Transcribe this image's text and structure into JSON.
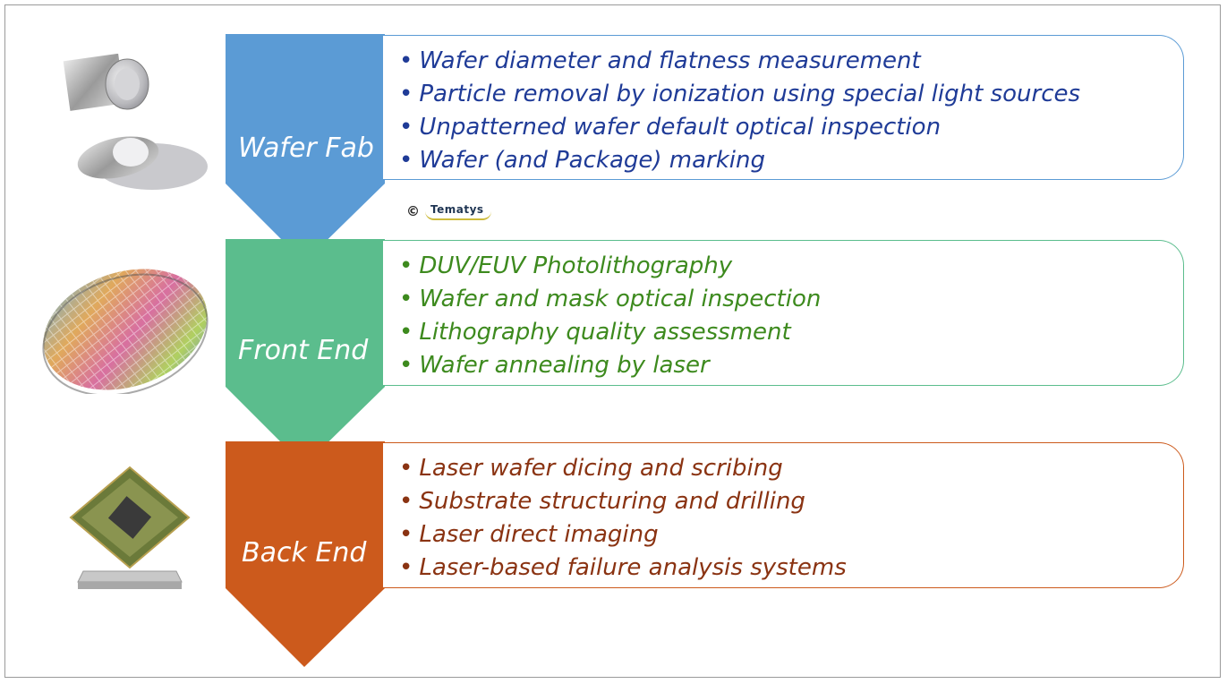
{
  "stages": [
    {
      "label": "Wafer Fab",
      "color": "#5b9bd5",
      "text_color": "#1f3b97",
      "border_color": "#5b9bd5",
      "items": [
        "Wafer diameter and flatness measurement",
        "Particle removal by ionization using special light sources",
        "Unpatterned wafer default optical inspection",
        "Wafer (and Package) marking"
      ],
      "image": "wafer-ingot-image"
    },
    {
      "label": "Front End",
      "color": "#5bbd8d",
      "text_color": "#3d8a1e",
      "border_color": "#5bbd8d",
      "items": [
        "DUV/EUV Photolithography",
        "Wafer and mask optical inspection",
        "Lithography quality assessment",
        "Wafer annealing by laser"
      ],
      "image": "patterned-wafer-image"
    },
    {
      "label": "Back End",
      "color": "#cc5a1c",
      "text_color": "#8a3312",
      "border_color": "#cc5a1c",
      "items": [
        "Laser wafer dicing and scribing",
        "Substrate structuring and drilling",
        "Laser direct imaging",
        "Laser-based failure analysis systems"
      ],
      "image": "cpu-package-image"
    }
  ],
  "copyright": {
    "symbol": "©",
    "brand": "Tematys"
  }
}
